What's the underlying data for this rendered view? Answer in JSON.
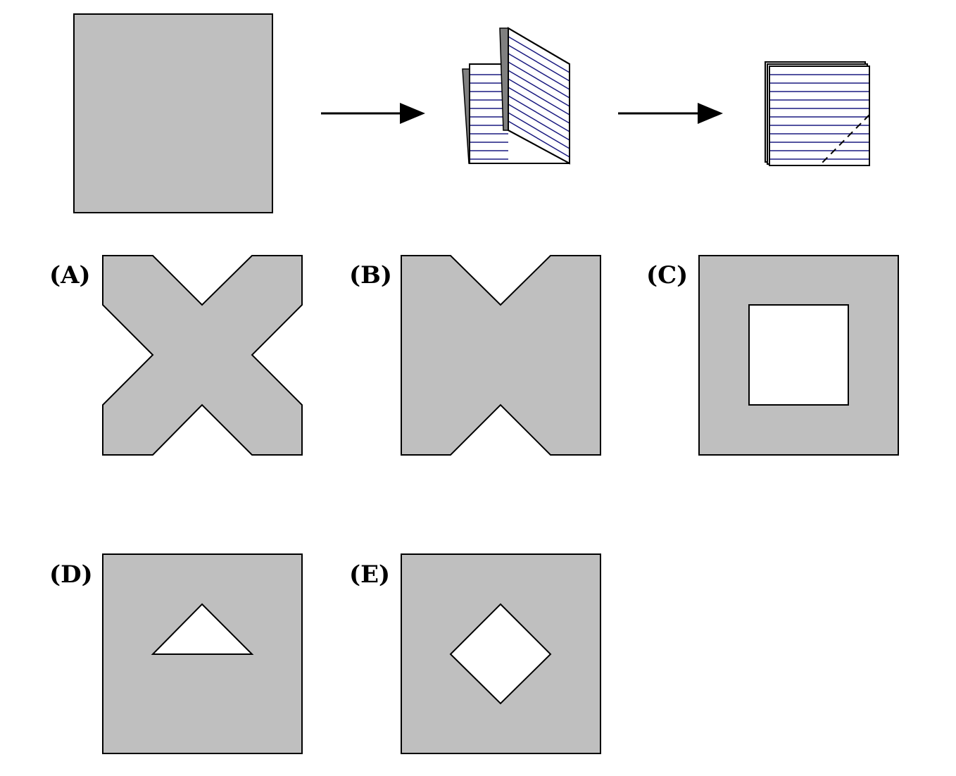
{
  "colors": {
    "paper": "#bfbfbf",
    "shadow": "#808080",
    "stripe": "#1a1a80",
    "outline": "#000000"
  },
  "options": [
    {
      "letter": "(A)",
      "shape": "x-cross"
    },
    {
      "letter": "(B)",
      "shape": "bowtie"
    },
    {
      "letter": "(C)",
      "shape": "square-hole"
    },
    {
      "letter": "(D)",
      "shape": "triangle-hole"
    },
    {
      "letter": "(E)",
      "shape": "diamond-hole"
    }
  ]
}
